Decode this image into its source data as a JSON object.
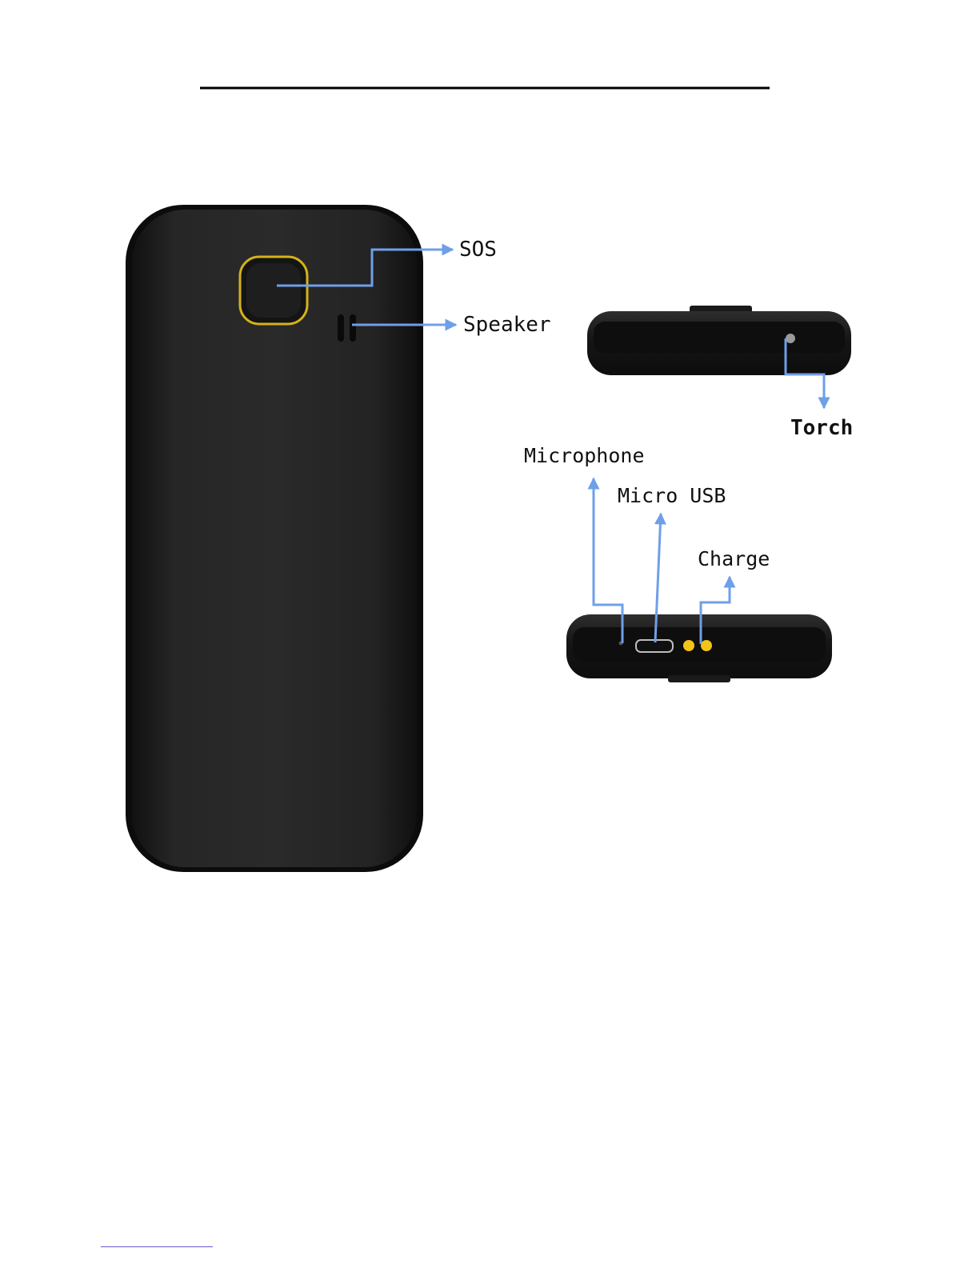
{
  "labels": {
    "sos": "SOS",
    "speaker": "Speaker",
    "torch": "Torch",
    "microphone": "Microphone",
    "micro_usb": "Micro USB",
    "charge": "Charge"
  },
  "colors": {
    "phone_body": "#1b1b1b",
    "sos_ring": "#d4b21a",
    "arrow": "#6f9fe8",
    "charge_pins": "#f2c41a",
    "title_rule": "#000000"
  }
}
